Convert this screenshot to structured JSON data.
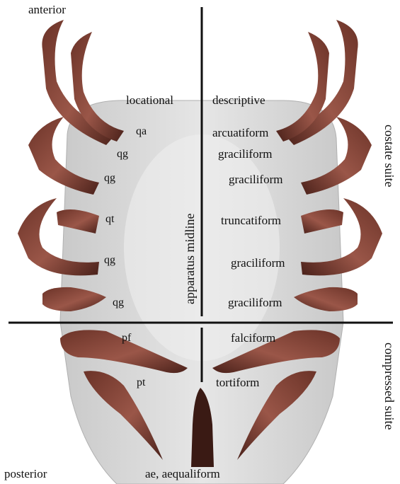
{
  "orientation": {
    "anterior": "anterior",
    "posterior": "posterior"
  },
  "headers": {
    "locational": "locational",
    "descriptive": "descriptive"
  },
  "midline_label": "apparatus midline",
  "suites": {
    "costate": "costate suite",
    "compressed": "compressed suite"
  },
  "locational_labels": [
    "qa",
    "qg",
    "qg",
    "qt",
    "qg",
    "qg",
    "pf",
    "pt"
  ],
  "descriptive_labels": [
    "arcuatiform",
    "graciliform",
    "graciliform",
    "truncatiform",
    "graciliform",
    "graciliform",
    "falciform",
    "tortiform"
  ],
  "axial_label": "ae, aequaliform",
  "colors": {
    "lines": "#111111",
    "element_dark": "#5a2a22",
    "element_mid": "#8a4a3e",
    "body": "#d8d8d8",
    "body_shadow": "#bdbdbd"
  }
}
